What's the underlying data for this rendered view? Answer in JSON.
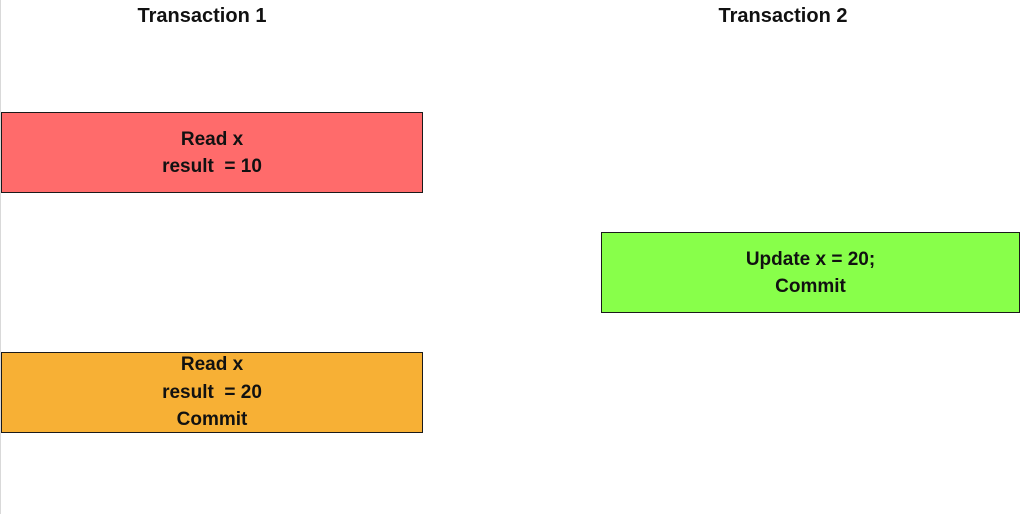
{
  "columns": {
    "t1": {
      "heading": "Transaction 1"
    },
    "t2": {
      "heading": "Transaction 2"
    }
  },
  "steps": {
    "read1": {
      "lines": [
        "Read x",
        "result  = 10"
      ],
      "color": "#ff6b6b"
    },
    "update": {
      "lines": [
        "Update x = 20;",
        "Commit"
      ],
      "color": "#88ff4a"
    },
    "read2": {
      "lines": [
        "Read x",
        "result  = 20",
        "Commit"
      ],
      "color": "#f7b035"
    }
  },
  "colors": {
    "border": "#1a1a1a",
    "text": "#111111",
    "background": "#ffffff"
  }
}
